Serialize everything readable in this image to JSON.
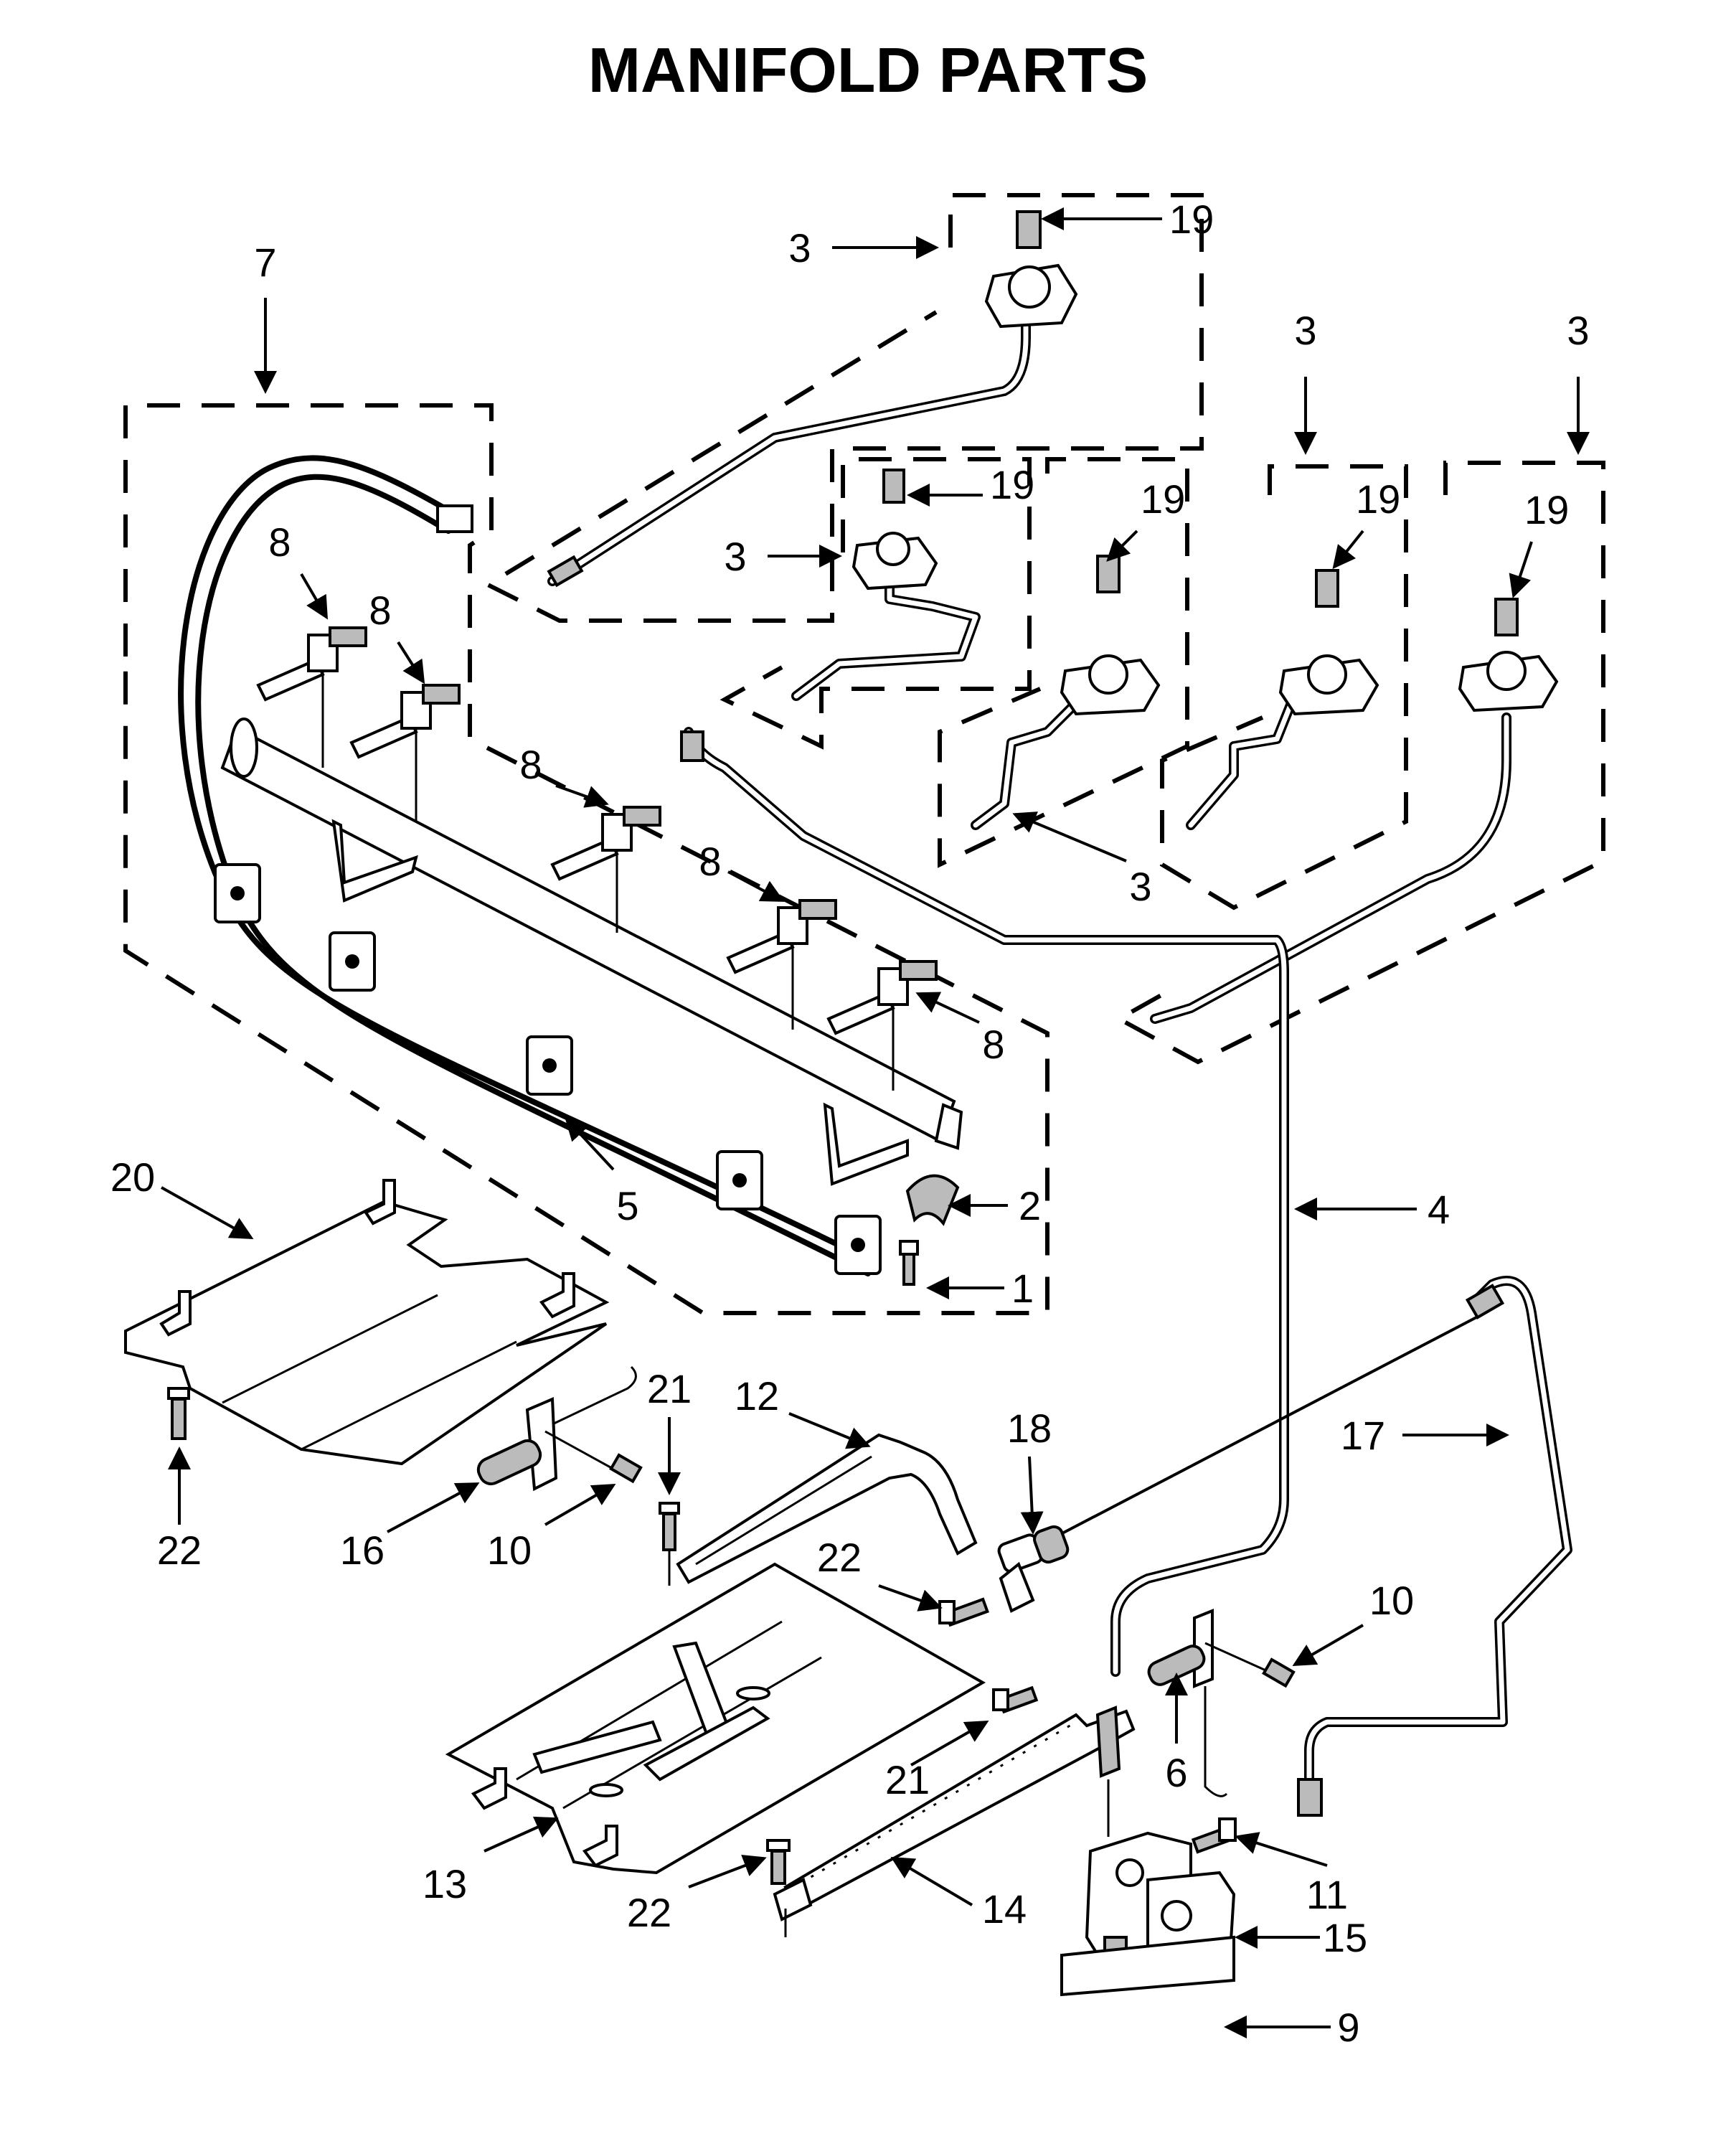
{
  "title": "MANIFOLD PARTS",
  "callouts": {
    "c1": "1",
    "c2": "2",
    "c3a": "3",
    "c3b": "3",
    "c3c": "3",
    "c3d": "3",
    "c3e": "3",
    "c4": "4",
    "c5": "5",
    "c6": "6",
    "c7": "7",
    "c8a": "8",
    "c8b": "8",
    "c8c": "8",
    "c8d": "8",
    "c8e": "8",
    "c9": "9",
    "c10a": "10",
    "c10b": "10",
    "c11": "11",
    "c12": "12",
    "c13": "13",
    "c14": "14",
    "c15": "15",
    "c16": "16",
    "c17": "17",
    "c18": "18",
    "c19a": "19",
    "c19b": "19",
    "c19c": "19",
    "c19d": "19",
    "c19e": "19",
    "c20": "20",
    "c21a": "21",
    "c21b": "21",
    "c22a": "22",
    "c22b": "22",
    "c22c": "22"
  }
}
